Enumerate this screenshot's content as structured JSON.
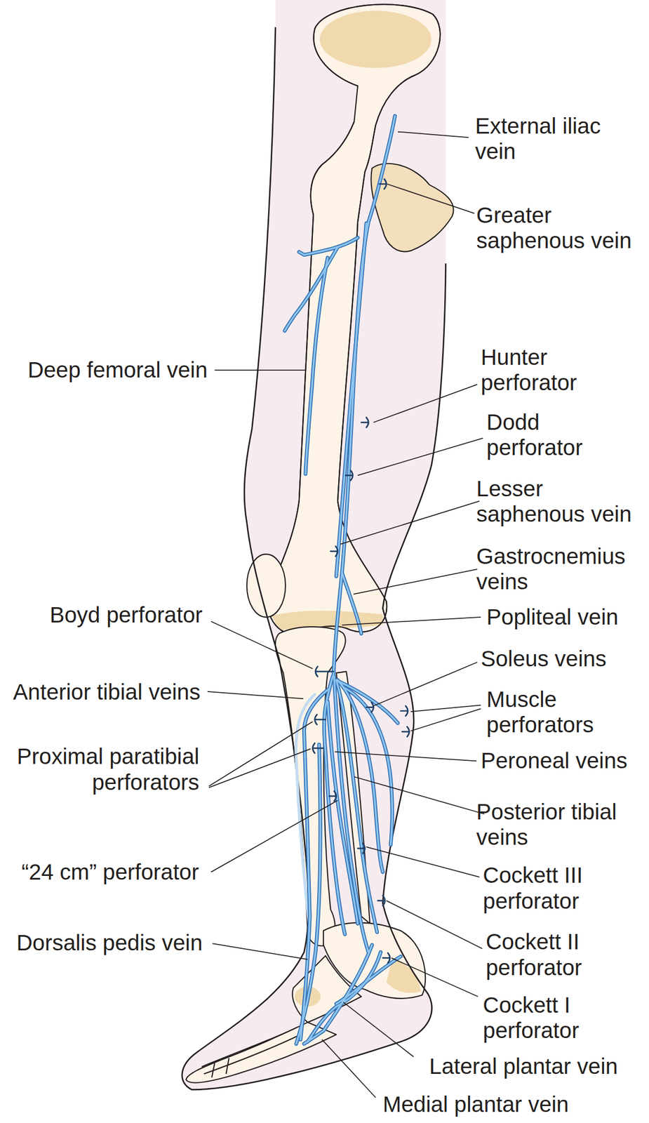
{
  "diagram": {
    "labels": [
      "External iliac vein",
      "Greater saphenous vein",
      "Deep femoral vein",
      "Hunter perforator",
      "Dodd perforator",
      "Lesser saphenous vein",
      "Gastrocnemius veins",
      "Boyd perforator",
      "Popliteal vein",
      "Anterior tibial veins",
      "Soleus veins",
      "Muscle perforators",
      "Proximal paratibial perforators",
      "Peroneal veins",
      "Posterior tibial veins",
      "“24 cm” perforator",
      "Cockett III perforator",
      "Cockett II perforator",
      "Dorsalis pedis vein",
      "Cockett I perforator",
      "Lateral plantar vein",
      "Medial plantar vein"
    ]
  }
}
